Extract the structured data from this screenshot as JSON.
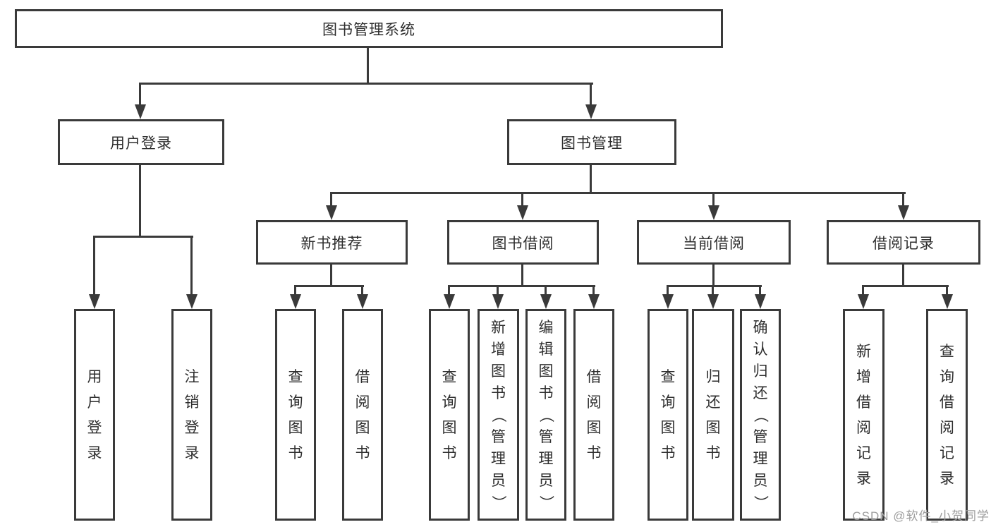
{
  "diagram": {
    "type": "tree",
    "root": {
      "label": "图书管理系统",
      "children": [
        {
          "label": "用户登录",
          "children": [
            {
              "label": "用户登录"
            },
            {
              "label": "注销登录"
            }
          ]
        },
        {
          "label": "图书管理",
          "children": [
            {
              "label": "新书推荐",
              "children": [
                {
                  "label": "查询图书"
                },
                {
                  "label": "借阅图书"
                }
              ]
            },
            {
              "label": "图书借阅",
              "children": [
                {
                  "label": "查询图书"
                },
                {
                  "label": "新增图书（管理员）"
                },
                {
                  "label": "编辑图书（管理员）"
                },
                {
                  "label": "借阅图书"
                }
              ]
            },
            {
              "label": "当前借阅",
              "children": [
                {
                  "label": "查询图书"
                },
                {
                  "label": "归还图书"
                },
                {
                  "label": "确认归还（管理员）"
                }
              ]
            },
            {
              "label": "借阅记录",
              "children": [
                {
                  "label": "新增借阅记录"
                },
                {
                  "label": "查询借阅记录"
                }
              ]
            }
          ]
        }
      ]
    },
    "colors": {
      "line": "#3a3a3a",
      "text": "#2e2e2e",
      "background": "#ffffff",
      "watermark": "#9c9c9c"
    }
  },
  "watermark": {
    "text": "CSDN @软件_小贺同学"
  }
}
